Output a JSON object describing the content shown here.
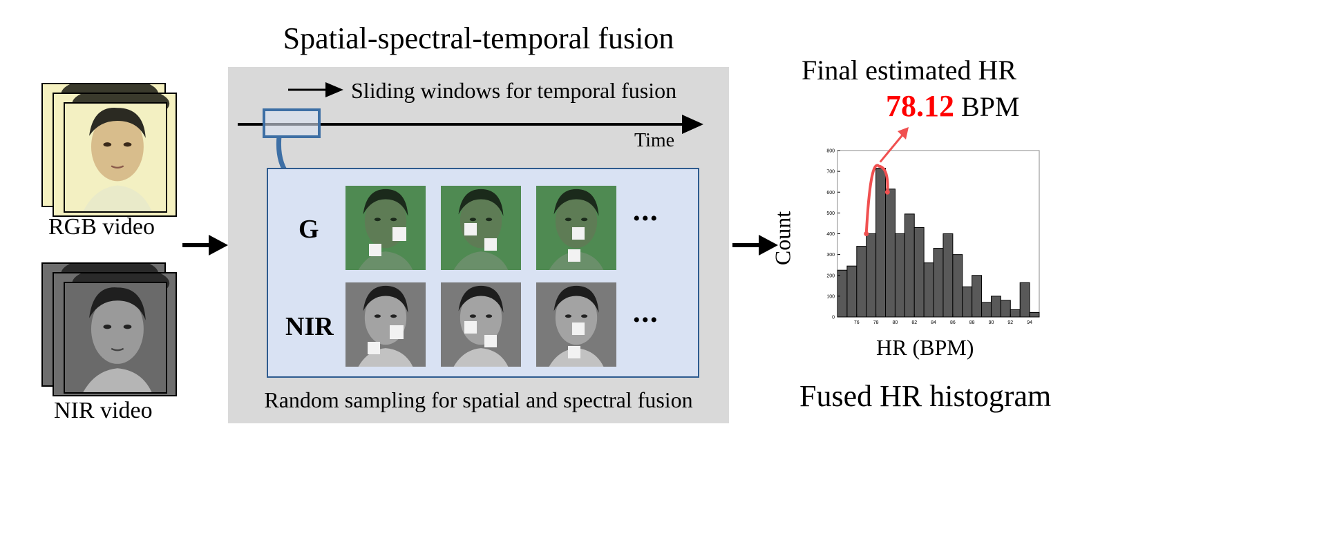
{
  "left": {
    "rgb_label": "RGB video",
    "nir_label": "NIR video"
  },
  "center": {
    "title": "Spatial-spectral-temporal fusion",
    "sliding_label": "Sliding windows for temporal fusion",
    "time_label": "Time",
    "row_g": "G",
    "row_nir": "NIR",
    "ellipsis": "•••",
    "bottom_label": "Random sampling for spatial and spectral fusion"
  },
  "right": {
    "final_title": "Final estimated HR",
    "hr_value": "78.12",
    "hr_unit": "BPM",
    "caption": "Fused HR histogram"
  },
  "colors": {
    "panel_bg": "#d9d9d9",
    "inner_bg": "#d9e2f3",
    "inner_border": "#2e5b8f",
    "accent_red": "#ff0000",
    "arrow_blue": "#3d6fa5",
    "bar_fill": "#595959",
    "green_tint": "#4a8a4a"
  },
  "chart_data": {
    "type": "bar",
    "xlabel": "HR (BPM)",
    "ylabel": "Count",
    "x": [
      74.5,
      75.5,
      76.5,
      77.5,
      78.5,
      79.5,
      80.5,
      81.5,
      82.5,
      83.5,
      84.5,
      85.5,
      86.5,
      87.5,
      88.5,
      89.5,
      90.5,
      91.5,
      92.5,
      93.5
    ],
    "values": [
      225,
      245,
      340,
      400,
      715,
      615,
      400,
      495,
      430,
      260,
      330,
      400,
      300,
      145,
      200,
      70,
      100,
      80,
      35,
      165
    ],
    "extra_bar": {
      "x": 94.5,
      "value": 22
    },
    "xlim": [
      74,
      95
    ],
    "ylim": [
      0,
      800
    ],
    "xticks": [
      "76",
      "78",
      "80",
      "82",
      "84",
      "86",
      "88",
      "90",
      "92",
      "94"
    ],
    "yticks": [
      "0",
      "100",
      "200",
      "300",
      "400",
      "500",
      "600",
      "700",
      "800"
    ]
  }
}
